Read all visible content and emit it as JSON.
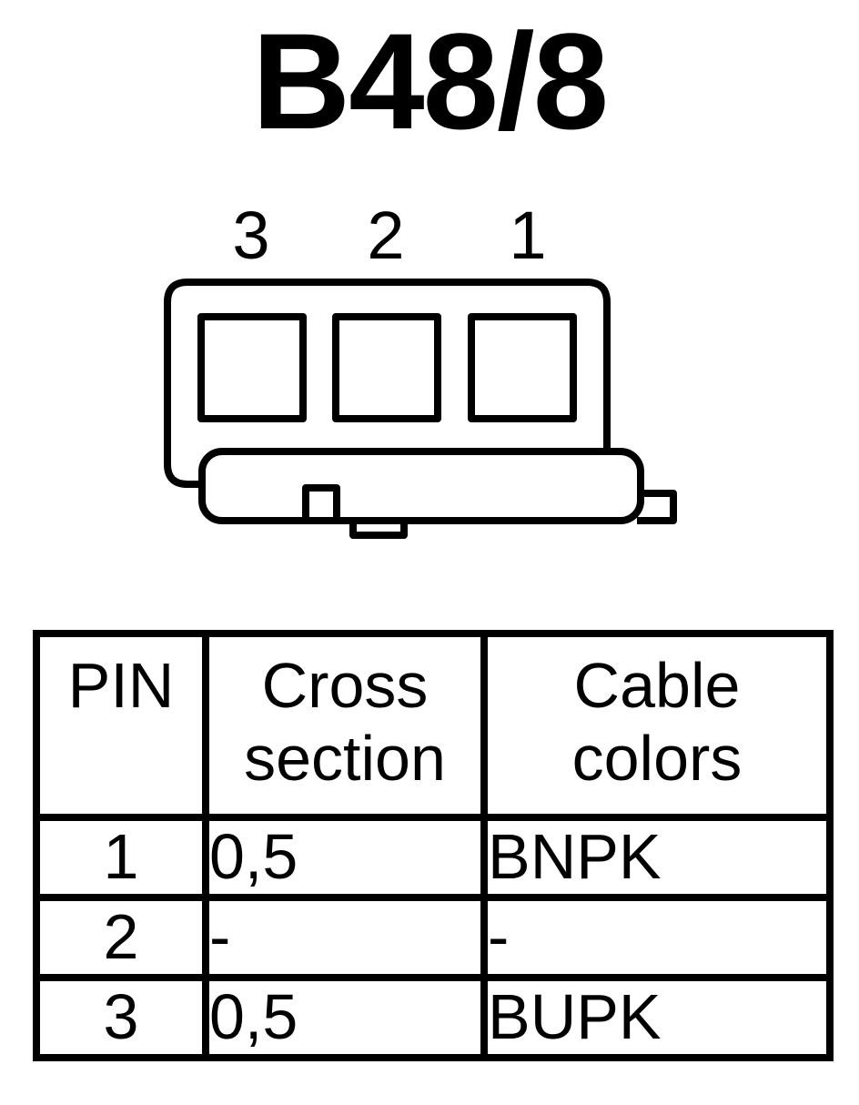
{
  "title": "B48/8",
  "connector": {
    "pin_labels": [
      "3",
      "2",
      "1"
    ]
  },
  "table": {
    "headers": {
      "pin": "PIN",
      "cross_section": "Cross\nsection",
      "cable_colors": "Cable\ncolors"
    },
    "rows": [
      {
        "pin": "1",
        "cross_section": "0,5",
        "cable_color": "BNPK"
      },
      {
        "pin": "2",
        "cross_section": "-",
        "cable_color": "-"
      },
      {
        "pin": "3",
        "cross_section": "0,5",
        "cable_color": "BUPK"
      }
    ]
  }
}
